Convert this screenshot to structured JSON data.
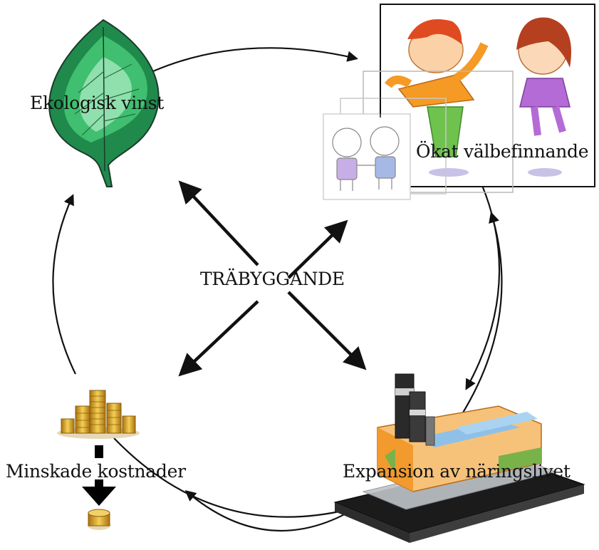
{
  "diagram": {
    "center_label": "TRÄBYGGANDE",
    "nodes": {
      "ecological": {
        "label": "Ekologisk vinst",
        "icon": "leaf-icon"
      },
      "wellbeing": {
        "label": "Ökat välbefinnande",
        "icon": "children-icon"
      },
      "business": {
        "label": "Expansion av näringslivet",
        "icon": "factory-icon"
      },
      "costs": {
        "label": "Minskade kostnader",
        "icon": "coins-icon"
      }
    },
    "colors": {
      "leaf_dark": "#1f8a4c",
      "leaf_mid": "#3fbf6f",
      "leaf_light": "#8fe0ac",
      "coin_gold": "#d9a521",
      "factory_orange": "#f29a2e",
      "arrow": "#111111"
    }
  }
}
